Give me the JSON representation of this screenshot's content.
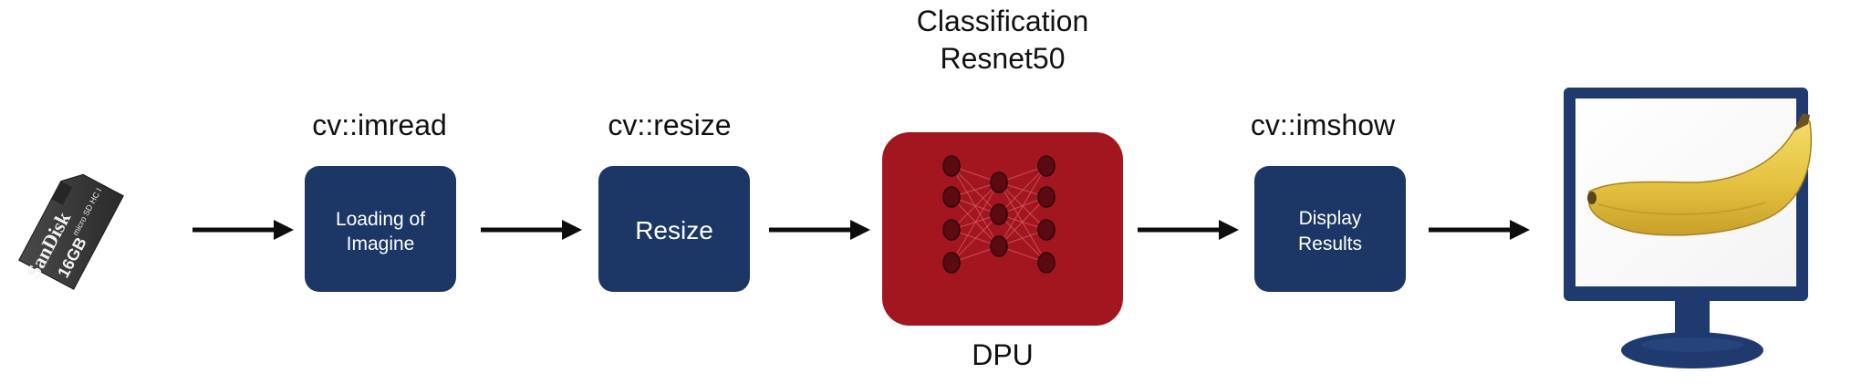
{
  "diagram": {
    "steps": [
      {
        "caption": "cv::imread",
        "label_lines": [
          "Loading of",
          "Imagine"
        ]
      },
      {
        "caption": "cv::resize",
        "label_lines": [
          "Resize"
        ]
      },
      {
        "caption_lines": [
          "Classification",
          "Resnet50"
        ],
        "footer": "DPU"
      },
      {
        "caption": "cv::imshow",
        "label_lines": [
          "Display",
          "Results"
        ]
      }
    ],
    "sd_card": {
      "brand": "SanDisk",
      "capacity": "16GB",
      "type_mark": "micro SD HC I"
    }
  },
  "colors": {
    "box_blue": "#1c3766",
    "dpu_red": "#a3161f",
    "neuron": "#5c0a12",
    "arrow": "#0d0d0d",
    "monitor_blue": "#1f3a6e",
    "banana": "#e8c84a"
  },
  "icons": [
    "sd-card-icon",
    "neural-network-icon",
    "monitor-icon",
    "banana-icon"
  ]
}
